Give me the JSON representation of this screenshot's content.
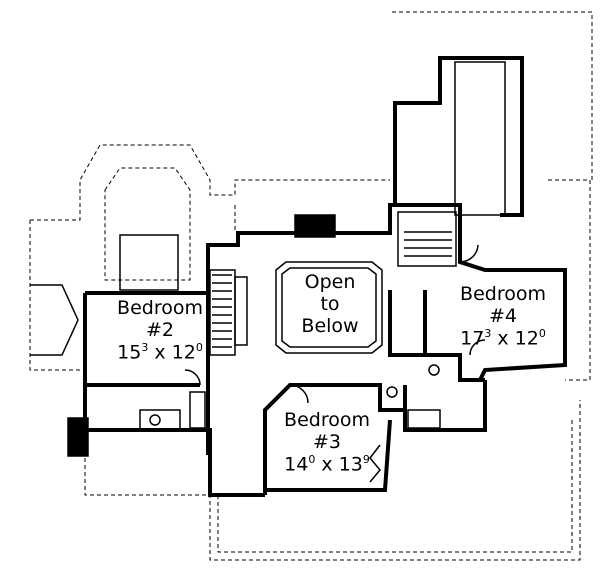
{
  "rooms": [
    {
      "name": "Bedroom",
      "number": "#2",
      "dim_w": "15",
      "dim_w_sup": "3",
      "dim_h": "12",
      "dim_h_sup": "0"
    },
    {
      "name": "Bedroom",
      "number": "#4",
      "dim_w": "17",
      "dim_w_sup": "3",
      "dim_h": "12",
      "dim_h_sup": "0"
    },
    {
      "name": "Bedroom",
      "number": "#3",
      "dim_w": "14",
      "dim_w_sup": "0",
      "dim_h": "13",
      "dim_h_sup": "9"
    }
  ],
  "open_area": {
    "line1": "Open",
    "line2": "to",
    "line3": "Below"
  },
  "separator": "x"
}
